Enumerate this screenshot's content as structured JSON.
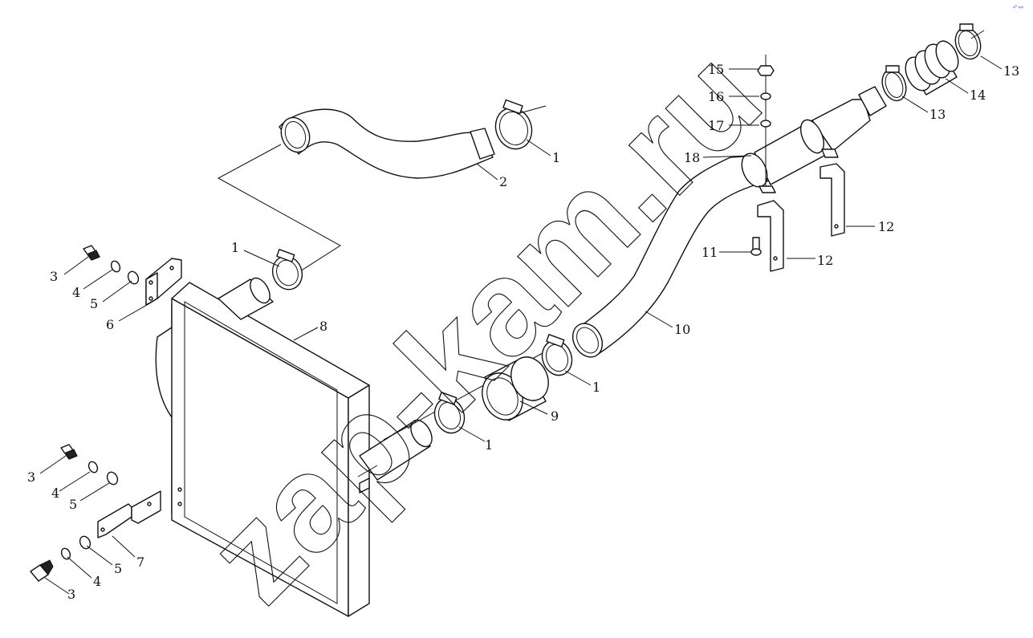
{
  "diagram": {
    "watermark": "zap-kam.ru",
    "corner_mark": "₄ᵖ ₙₓₙ",
    "callouts": {
      "c1a": "1",
      "c1b": "1",
      "c1c": "1",
      "c1d": "1",
      "c2": "2",
      "c3a": "3",
      "c3b": "3",
      "c3c": "3",
      "c4a": "4",
      "c4b": "4",
      "c4c": "4",
      "c5a": "5",
      "c5b": "5",
      "c5c": "5",
      "c6": "6",
      "c7": "7",
      "c8": "8",
      "c9": "9",
      "c10": "10",
      "c11": "11",
      "c12a": "12",
      "c12b": "12",
      "c13a": "13",
      "c13b": "13",
      "c14": "14",
      "c15": "15",
      "c16": "16",
      "c17": "17",
      "c18": "18"
    }
  }
}
